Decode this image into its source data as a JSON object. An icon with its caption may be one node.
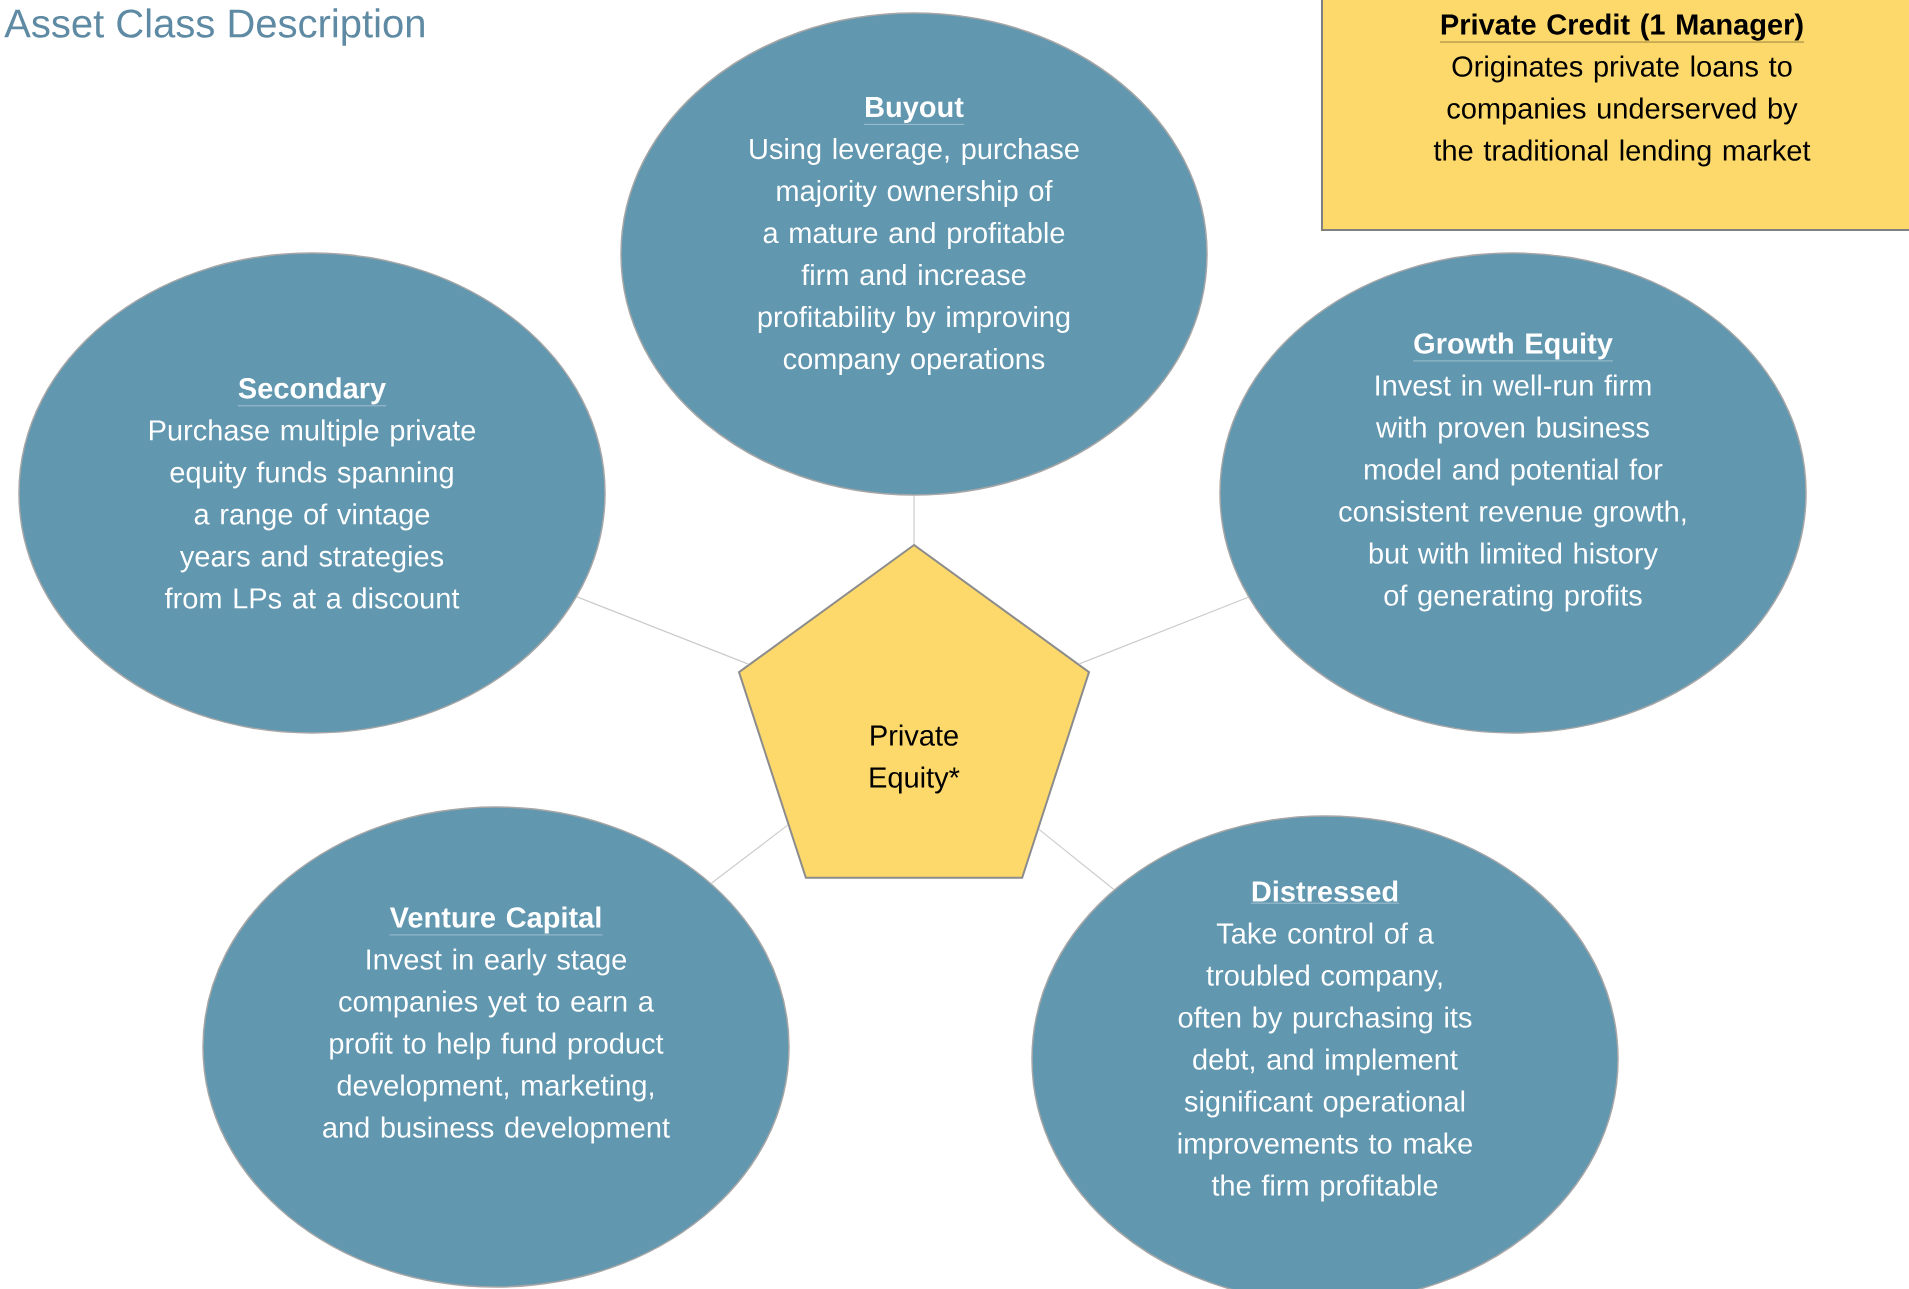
{
  "diagram": {
    "title": "Asset Class Description",
    "nodes": [
      {
        "text": [
          "Buyout",
          "Using leverage, purchase majority ownership of a mature and profitable firm and increase profitability by improving company operations"
        ]
      },
      {
        "text": [
          "Private Credit (1 Manager)",
          "Originates private loans to companies underserved by the traditional lending market"
        ]
      },
      {
        "text": [
          "Secondary",
          "Purchase multiple private equity funds spanning a range of vintage years and strategies from LPs at a discount"
        ]
      },
      {
        "text": [
          "Growth Equity",
          "Invest in well-run firm with proven business model and potential for consistent revenue growth, but with limited history of generating profits"
        ]
      },
      {
        "text": [
          "Private Equity*"
        ]
      },
      {
        "text": [
          "Distressed",
          "Take control of a troubled company, often by purchasing its debt, and implement significant operational improvements to make the firm profitable"
        ]
      },
      {
        "text": [
          "Venture Capital",
          "Invest in early stage companies yet to earn a profit to help fund product development, marketing, and business development"
        ]
      }
    ],
    "edges": [
      {
        "from": 4,
        "to": 0,
        "arrow": "none"
      },
      {
        "from": 4,
        "to": 2,
        "arrow": "none"
      },
      {
        "from": 4,
        "to": 3,
        "arrow": "none"
      },
      {
        "from": 4,
        "to": 6,
        "arrow": "none"
      },
      {
        "from": 4,
        "to": 5,
        "arrow": "none"
      }
    ]
  }
}
